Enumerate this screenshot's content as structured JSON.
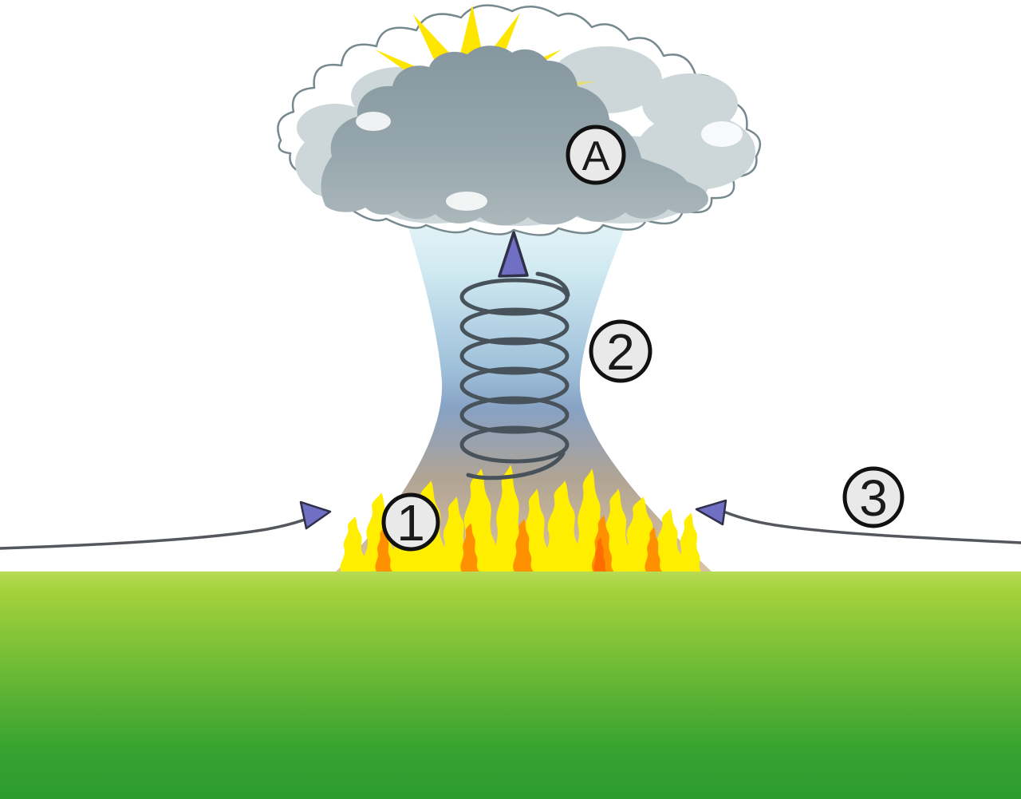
{
  "diagram": {
    "markers": {
      "cloud": "A",
      "fire": "1",
      "updraft": "2",
      "inflow": "3"
    },
    "colors": {
      "sun_rays": "#ffe600",
      "flame_yellow": "#ffee00",
      "flame_orange": "#ff9100",
      "flame_deep_orange": "#ff6d00",
      "arrow_purple": "#6f70c3",
      "arrow_line_grey": "#54575c",
      "spiral_grey": "#47525a",
      "cloud_core_grey": "#8a9ca4",
      "cloud_shading_grey": "#cdd7da",
      "cloud_outline_grey": "#76898f",
      "marker_fill": "#e9e9e9",
      "marker_stroke": "#111111",
      "ground_green_top": "#a5d23c",
      "ground_green_bottom": "#2c9c2f",
      "column_top_cyan": "#eaf6f8",
      "column_mid_blue": "#87a2c4",
      "column_base_tan": "#d8c3a6"
    }
  }
}
